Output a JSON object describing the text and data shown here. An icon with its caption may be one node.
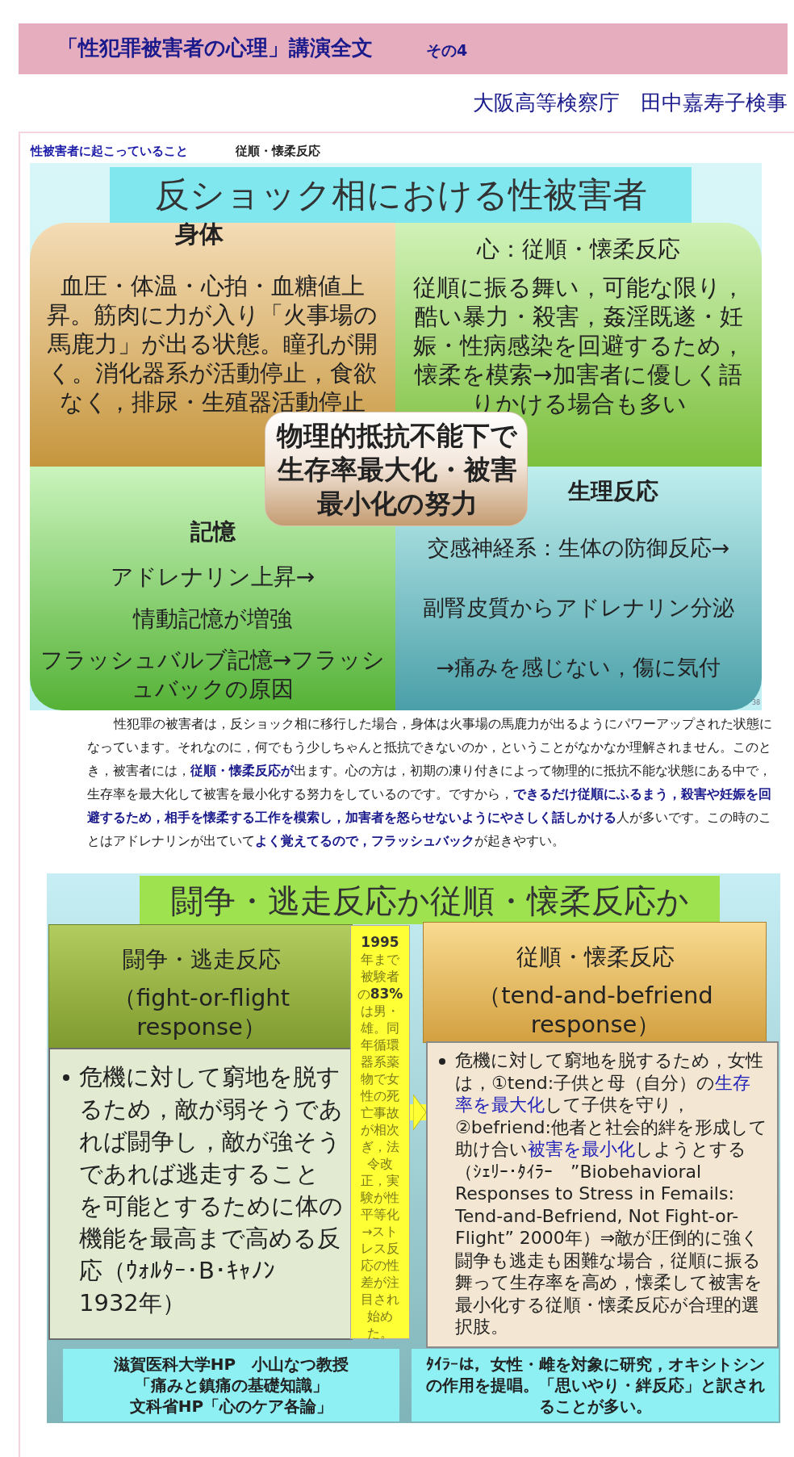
{
  "diagram": {
    "title": "「性犯罪被害者の心理」講演全文",
    "nodes": [
      {
        "text": [
          "反ショック相における性被害者"
        ]
      },
      {
        "text": [
          "身体",
          "血圧・体温・心拍・血糖値上昇。筋肉に力が入り「火事場の馬鹿力」が出る状態。瞳孔が開く。消化器系が活動停止，食欲なく，排尿・生殖器活動停止"
        ],
        "in": 0
      },
      {
        "text": [
          "心：従順・懐柔反応",
          "従順に振る舞い，可能な限り，酷い暴力・殺害，姦淫既遂・妊娠・性病感染を回避するため，懐柔を模索→加害者に優しく語りかける場合も多い"
        ],
        "in": 0
      },
      {
        "text": [
          "記憶",
          "アドレナリン上昇→",
          "情動記憶が増強",
          "フラッシュバルブ記憶→フラッシュバックの原因"
        ],
        "in": 0
      },
      {
        "text": [
          "生理反応",
          "交感神経系：生体の防御反応→",
          "副腎皮質からアドレナリン分泌",
          "→痛みを感じない，傷に気付"
        ],
        "in": 0
      },
      {
        "text": [
          "物理的抵抗不能下で生存率最大化・被害最小化の努力"
        ],
        "in": 0
      },
      {
        "text": [
          "闘争・逃走反応か従順・懐柔反応か"
        ]
      },
      {
        "text": [
          "闘争・逃走反応",
          "（fight-or-flight response）"
        ],
        "in": 6
      },
      {
        "text": [
          "危機に対して窮地を脱するため，敵が弱そうであれば闘争し，敵が強そうであれば逃走することを可能とするために体の機能を最高まで高める反応（ｳｫﾙﾀｰ･B･ｷｬﾉﾝ　1932年）"
        ],
        "in": 6
      },
      {
        "text": [
          "**1995**年まで被験者の**83%**は男・雄。同年循環器系薬物で女性の死亡事故が相次ぎ，法令改正，実験が性平等化→ストレス反応の性差が注目され始めた。"
        ],
        "in": 6
      },
      {
        "text": [
          "従順・懐柔反応",
          "（tend-and-befriend response）"
        ],
        "in": 6
      },
      {
        "text": [
          "危機に対して窮地を脱するため，女性は，①tend:子供と母（自分）の**生存率を最大化**して子供を守り，②befriend:他者と社会的絆を形成して助け合い**被害を最小化**しようとする（ｼｪﾘｰ･ﾀｲﾗｰ　”Biobehavioral Responses to Stress in Femails: Tend-and-Befriend, Not Fight-or-Flight” 2000年）⇒敵が圧倒的に強く闘争も逃走も困難な場合，従順に振る舞って生存率を高め，懐柔して被害を最小化する従順・懐柔反応が合理的選択肢。"
        ],
        "in": 6
      },
      {
        "text": [
          "滋賀医科大学HP　小山なつ教授",
          "「痛みと鎮痛の基礎知識」",
          "文科省HP「心のケア各論」"
        ],
        "in": 6
      },
      {
        "text": [
          "ﾀｲﾗｰは，女性・雌を対象に研究，オキシトシンの作用を提唱。「思いやり・絆反応」と訳されることが多い。"
        ],
        "in": 6
      }
    ],
    "edges": [
      {
        "from": 9,
        "to": 11,
        "arrow": "to"
      }
    ],
    "labels": [
      "その4",
      "大阪高等検察庁　田中嘉寿子検事",
      "性被害者に起こっていること",
      "従順・懐柔反応",
      "38",
      "性犯罪の被害者は，反ショック相に移行した場合，身体は火事場の馬鹿力が出るようにパワーアップされた状態になっています。それなのに，何でもう少しちゃんと抵抗できないのか，ということがなかなか理解されません。このとき，被害者には，**従順・懐柔反応が**出ます。心の方は，初期の凍り付きによって物理的に抵抗不能な状態にある中で，生存率を最大化して被害を最小化する努力をしているのです。ですから，**できるだけ従順にふるまう，殺害や妊娠を回避するため，相手を懐柔する工作を模索し，加害者を怒らせないようにやさしく話しかける**人が多いです。この時のことはアドレナリンが出ていて**よく覚えてるので，フラッシュバック**が起きやすい。"
    ]
  }
}
